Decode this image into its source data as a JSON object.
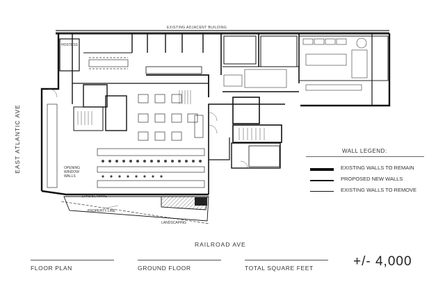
{
  "plan": {
    "existing_adjacent_building": "EXISTING ADJACENT BUILDING",
    "hostess": "HOSTESS",
    "opening_window_walls": [
      "OPENING",
      "WINDOW",
      "WALLS"
    ],
    "landscaping_left": "LANDSCAPING",
    "landscaping_bottom": "LANDSCAPING",
    "property_line": "PROPERTY LINE",
    "street_bottom": "RAILROAD AVE",
    "street_left": "EAST ATLANTIC AVE"
  },
  "legend": {
    "title": "WALL LEGEND:",
    "items": [
      {
        "label": "EXISTING WALLS TO REMAIN",
        "weight": "heavy"
      },
      {
        "label": "PROPOSED NEW WALLS",
        "weight": "medium"
      },
      {
        "label": "EXISTING WALLS TO REMOVE",
        "weight": "thin"
      }
    ]
  },
  "footer": {
    "col1": "FLOOR PLAN",
    "col2": "GROUND FLOOR",
    "col3": "TOTAL SQUARE FEET",
    "value": "+/- 4,000"
  }
}
